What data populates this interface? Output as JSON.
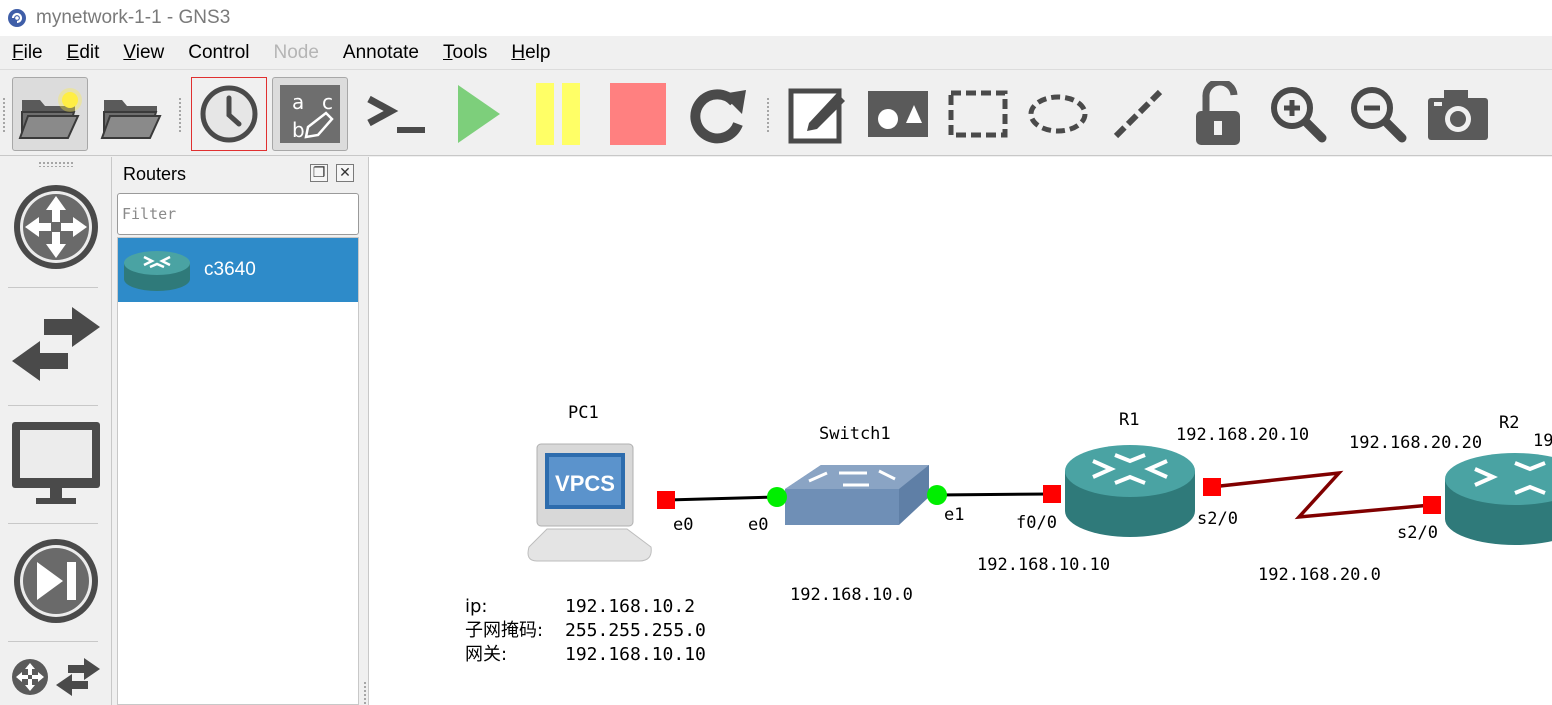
{
  "window": {
    "title": "mynetwork-1-1 - GNS3"
  },
  "menu": [
    {
      "id": "file",
      "label": "File",
      "u": "F",
      "rest": "ile"
    },
    {
      "id": "edit",
      "label": "Edit",
      "u": "E",
      "rest": "dit"
    },
    {
      "id": "view",
      "label": "View",
      "u": "V",
      "rest": "iew"
    },
    {
      "id": "control",
      "label": "Control",
      "u": "",
      "rest": "Control"
    },
    {
      "id": "node",
      "label": "Node",
      "u": "",
      "rest": "Node",
      "disabled": true
    },
    {
      "id": "annotate",
      "label": "Annotate",
      "u": "",
      "rest": "Annotate"
    },
    {
      "id": "tools",
      "label": "Tools",
      "u": "T",
      "rest": "ools"
    },
    {
      "id": "help",
      "label": "Help",
      "u": "H",
      "rest": "elp"
    }
  ],
  "toolbar": [
    "new-project-icon",
    "open-project-icon",
    "snapshot-clock-icon",
    "show-interface-labels-icon",
    "console-all-icon",
    "start-all-icon",
    "suspend-all-icon",
    "stop-all-icon",
    "reload-all-icon",
    "add-note-icon",
    "insert-image-icon",
    "draw-rectangle-icon",
    "draw-ellipse-icon",
    "draw-line-icon",
    "lock-icon",
    "zoom-in-icon",
    "zoom-out-icon",
    "screenshot-icon"
  ],
  "colors": {
    "start": "#7dcf7b",
    "suspend": "#ffff66",
    "stop": "#ff8080",
    "selection": "#2e8bc9",
    "router_teal": "#3b8a8a",
    "serial_link": "#800000",
    "port_up": "#00ee00",
    "port_red": "#ff0000"
  },
  "dock": [
    "routers-category-icon",
    "switches-category-icon",
    "end-devices-category-icon",
    "security-devices-icon",
    "all-devices-icon"
  ],
  "panel": {
    "title": "Routers",
    "filter_placeholder": "Filter",
    "items": [
      {
        "label": "c3640",
        "selected": true
      }
    ]
  },
  "topology": {
    "nodes": {
      "pc1": "PC1",
      "pc1_screen_text": "VPCS",
      "switch1": "Switch1",
      "r1": "R1",
      "r2": "R2"
    },
    "ports": {
      "pc1_e0": "e0",
      "sw_e0": "e0",
      "sw_e1": "e1",
      "r1_f0_0": "f0/0",
      "r1_s2_0": "s2/0",
      "r2_s2_0": "s2/0"
    },
    "addresses": {
      "r1_s2_0": "192.168.20.10",
      "r2_s2_0": "192.168.20.20",
      "r2_cut": "19",
      "r1_f0_0": "192.168.10.10",
      "net_20": "192.168.20.0",
      "net_10": "192.168.10.0"
    },
    "note": [
      {
        "key": "ip:",
        "value": "192.168.10.2"
      },
      {
        "key": "子网掩码:",
        "value": "255.255.255.0"
      },
      {
        "key": "网关:",
        "value": "192.168.10.10"
      }
    ]
  }
}
